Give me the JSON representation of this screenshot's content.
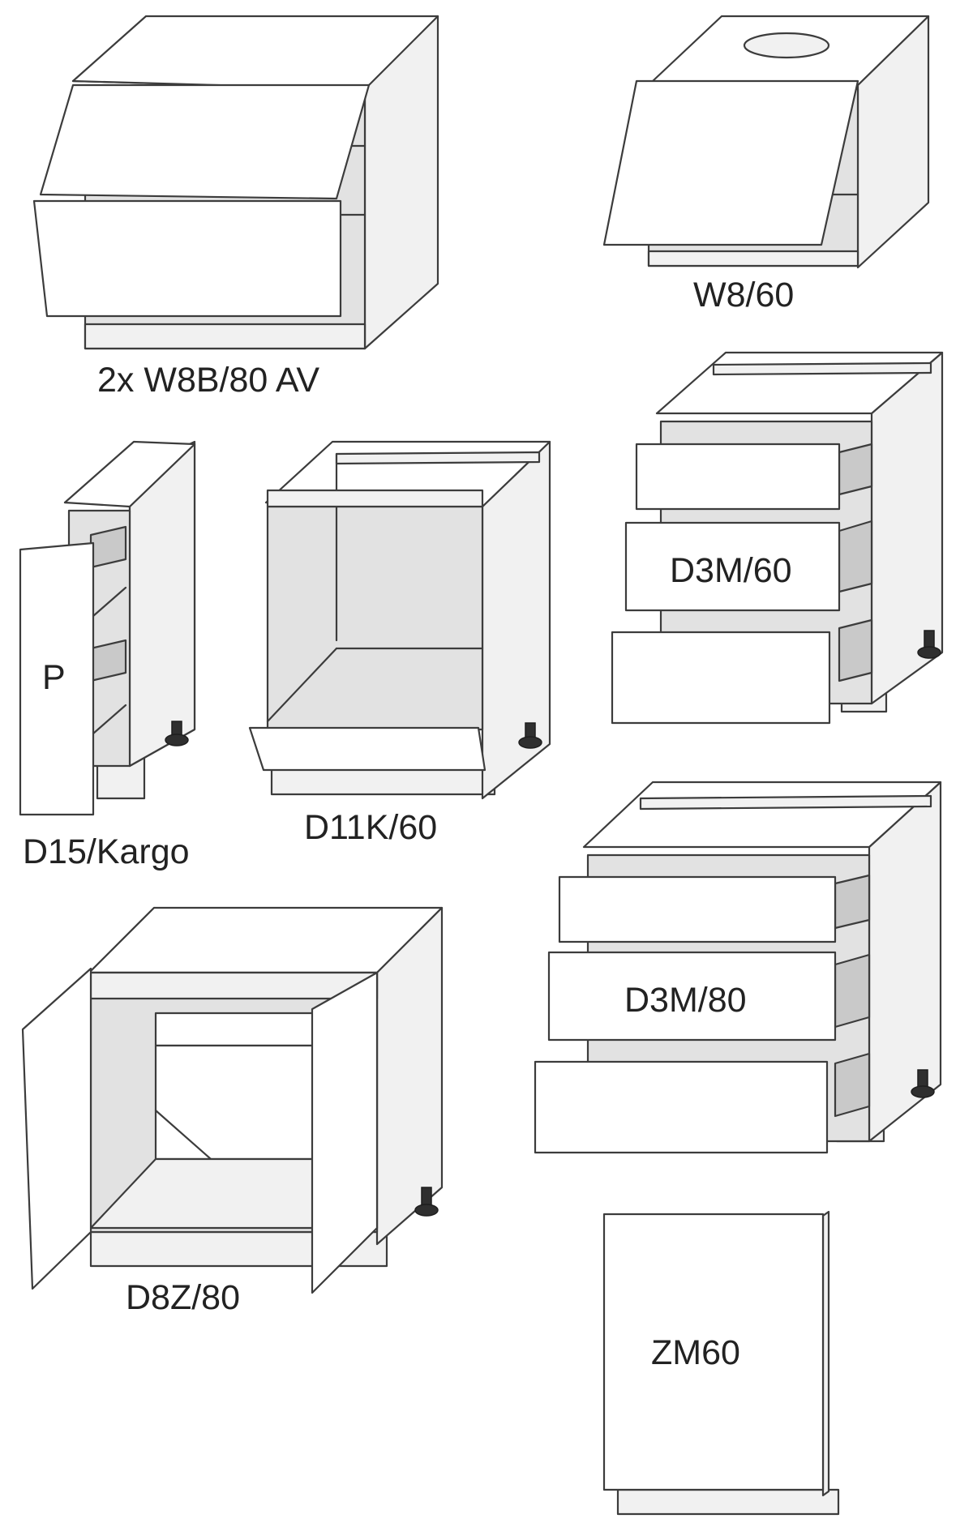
{
  "labels": {
    "w8b80av": "2x W8B/80 AV",
    "w860": "W8/60",
    "d15kargo": "D15/Kargo",
    "d15kargo_front": "P",
    "d11k60": "D11K/60",
    "d3m60": "D3M/60",
    "d3m80": "D3M/80",
    "d8z80": "D8Z/80",
    "zm60": "ZM60"
  }
}
